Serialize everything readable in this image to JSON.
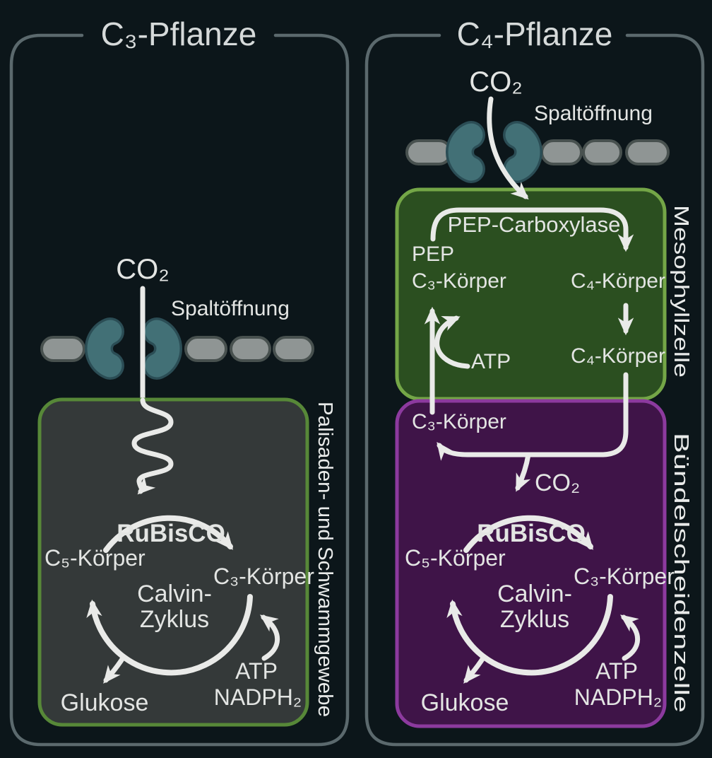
{
  "diagram": {
    "c3_panel": {
      "title": "C₃-Pflanze",
      "co2_label": "CO₂",
      "stoma_label": "Spaltöffnung",
      "tissue_label": "Palisaden- und Schwammgewebe"
    },
    "c4_panel": {
      "title": "C₄-Pflanze",
      "co2_label": "CO₂",
      "stoma_label": "Spaltöffnung",
      "mesophyll": {
        "cell_label": "Mesophyllzelle",
        "enzyme_label": "PEP-Carboxylase",
        "pep_label": "PEP",
        "c3_body_label": "C₃-Körper",
        "c4_body_label_1": "C₄-Körper",
        "c4_body_label_2": "C₄-Körper",
        "atp_label": "ATP"
      },
      "bundle_sheath": {
        "cell_label": "Bündelscheidenzelle",
        "c3_body_label": "C₃-Körper",
        "co2_label": "CO₂"
      }
    },
    "calvin_cycle": {
      "enzyme_label": "RuBisCO",
      "c5_body_label": "C₅-Körper",
      "c3_body_label": "C₃-Körper",
      "name_line1": "Calvin-",
      "name_line2": "Zyklus",
      "atp_label": "ATP",
      "nadph_label": "NADPH₂",
      "glucose_label": "Glukose"
    },
    "colors": {
      "background": "#0c161a",
      "panel_border": "#5b696d",
      "mesophyll_cell_fill": "#2b4f20",
      "mesophyll_cell_border": "#74a647",
      "bundle_sheath_fill": "#3f1448",
      "bundle_sheath_border": "#8c3a9e",
      "c3_tissue_fill": "#343939",
      "c3_tissue_border": "#578838",
      "guard_cell_fill": "#427076",
      "guard_cell_border": "#2b4d55",
      "epidermis_cell_fill": "#8f9594",
      "epidermis_cell_border": "#48514f",
      "arrow": "#e9eae8",
      "text": "#e3e5e3"
    }
  }
}
